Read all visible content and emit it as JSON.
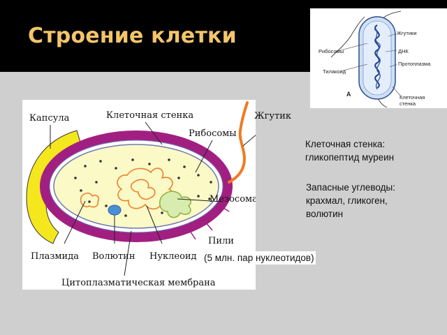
{
  "title": "Строение клетки",
  "diagram_labels": {
    "capsule": "Капсула",
    "cell_wall": "Клеточная стенка",
    "flagellum": "Жгутик",
    "ribosomes": "Рибосомы",
    "mesosome": "Мезосома",
    "pili": "Пили",
    "plasmid": "Плазмида",
    "volutin": "Волютин",
    "nucleoid": "Нуклеоид",
    "cytoplasmic_membrane": "Цитоплазматическая мембрана"
  },
  "small_diagram_labels": {
    "ribosomes": "Рибосомы",
    "thylakoid": "Тилакоид",
    "flagella": "Жгутики",
    "dna": "ДНК",
    "protoplasm": "Протоплазма",
    "cell_wall_line1": "Клеточная",
    "cell_wall_line2": "стенка",
    "panel": "А"
  },
  "notes": {
    "cell_wall_line1": "Клеточная стенка:",
    "cell_wall_line2": "гликопептид муреин",
    "reserve_line1": "Запасные углеводы:",
    "reserve_line2": "крахмал, гликоген,",
    "reserve_line3": "волютин",
    "nucleoid_note": "(5 млн. пар нуклеотидов)"
  },
  "colors": {
    "header_bg": "#000000",
    "title": "#f3c56b",
    "slide_bg": "#cfcfcf",
    "capsule": "#f5e71e",
    "cell_wall": "#a21f82",
    "cytoplasm": "#fbf9c6",
    "flagellum": "#ee7b22"
  }
}
